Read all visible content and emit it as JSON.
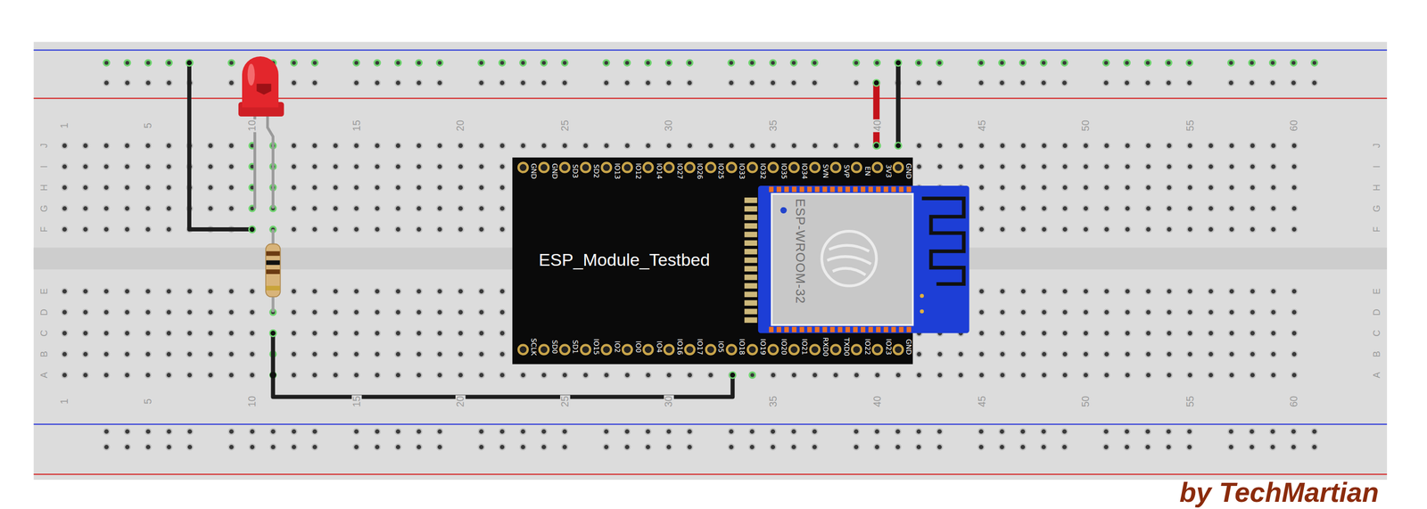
{
  "diagram": {
    "nodes": [
      {
        "text": [
          "ESP_Module_Testbed"
        ]
      },
      {
        "text": [
          "ESP-WROOM-32"
        ],
        "in": 0
      }
    ],
    "labels": [
      "1",
      "5",
      "10",
      "15",
      "20",
      "25",
      "30",
      "35",
      "40",
      "45",
      "50",
      "55",
      "60",
      "1",
      "5",
      "10",
      "15",
      "20",
      "25",
      "30",
      "35",
      "40",
      "45",
      "50",
      "55",
      "60",
      "J",
      "I",
      "H",
      "G",
      "F",
      "E",
      "D",
      "C",
      "B",
      "A",
      "J",
      "I",
      "H",
      "G",
      "F",
      "E",
      "D",
      "C",
      "B",
      "A",
      "GND",
      "GND",
      "SD3",
      "SD2",
      "IO13",
      "IO12",
      "IO14",
      "IO27",
      "IO26",
      "IO25",
      "IO33",
      "IO32",
      "IO35",
      "IO34",
      "SVN",
      "SVP",
      "EN",
      "3V3",
      "GND",
      "SCLK",
      "SD0",
      "SD1",
      "IO15",
      "IO2",
      "IO0",
      "IO4",
      "IO16",
      "IO17",
      "IO5",
      "IO18",
      "IO19",
      "IO20",
      "IO21",
      "RXD0",
      "TXD0",
      "IO22",
      "IO23",
      "GND",
      "by TechMartian"
    ]
  }
}
